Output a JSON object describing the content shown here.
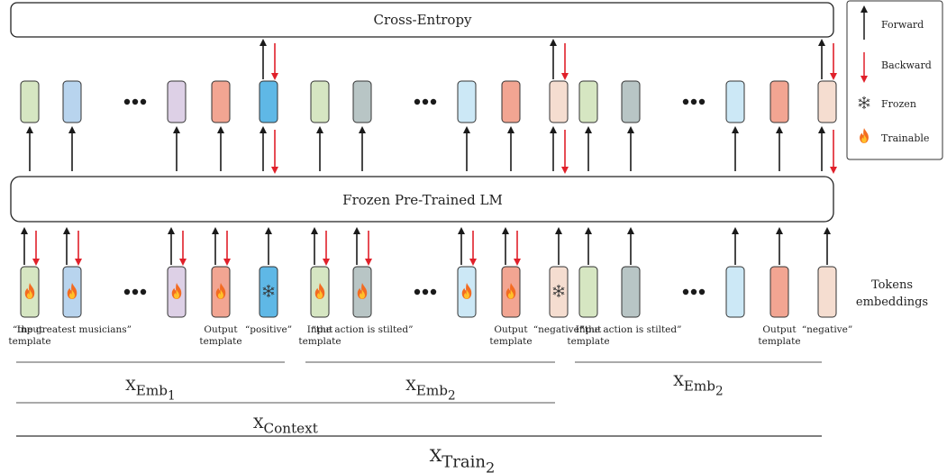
{
  "top_box": {
    "label": "Cross-Entropy"
  },
  "middle_box": {
    "label": "Frozen Pre-Trained LM"
  },
  "side_label": {
    "line1": "Tokens",
    "line2": "embeddings"
  },
  "legend": {
    "forward": "Forward",
    "backward": "Backward",
    "frozen": "Frozen",
    "trainable": "Trainable"
  },
  "colors": {
    "forward_arrow": "#1a1a1a",
    "backward_arrow": "#e0202a",
    "green": "#d6e6c2",
    "blue": "#b8d4ee",
    "purple": "#ddd0e6",
    "salmon": "#f2a592",
    "cyan": "#5fb8e6",
    "gray": "#b8c5c5",
    "lightblue": "#cce8f6",
    "peach": "#f5ddd0"
  },
  "groups": [
    {
      "tokens": [
        {
          "color": "green",
          "icon": "fire-icon",
          "backward": true,
          "out_backward": false,
          "caption": [
            "Input",
            "template"
          ]
        },
        {
          "color": "blue",
          "icon": "fire-icon",
          "backward": true,
          "out_backward": false,
          "caption": [
            "“the greatest musicians”"
          ]
        },
        {
          "ellipsis": true
        },
        {
          "color": "purple",
          "icon": "fire-icon",
          "backward": true,
          "out_backward": false,
          "caption": []
        },
        {
          "color": "salmon",
          "icon": "fire-icon",
          "backward": true,
          "out_backward": false,
          "caption": [
            "Output",
            "template"
          ]
        },
        {
          "color": "cyan",
          "icon": "snowflake-icon",
          "backward": false,
          "out_backward": true,
          "caption": [
            "“positive”"
          ]
        }
      ]
    },
    {
      "tokens": [
        {
          "color": "green",
          "icon": "fire-icon",
          "backward": true,
          "out_backward": false,
          "caption": [
            "Input",
            "template"
          ]
        },
        {
          "color": "gray",
          "icon": "fire-icon",
          "backward": true,
          "out_backward": false,
          "caption": [
            "“the action is stilted”"
          ]
        },
        {
          "ellipsis": true
        },
        {
          "color": "lightblue",
          "icon": "fire-icon",
          "backward": true,
          "out_backward": false,
          "caption": []
        },
        {
          "color": "salmon",
          "icon": "fire-icon",
          "backward": true,
          "out_backward": false,
          "caption": [
            "Output",
            "template"
          ]
        },
        {
          "color": "peach",
          "icon": "snowflake-icon",
          "backward": false,
          "out_backward": true,
          "caption": [
            "“negative”"
          ]
        }
      ]
    },
    {
      "tokens": [
        {
          "color": "green",
          "icon": "",
          "backward": false,
          "out_backward": false,
          "caption": [
            "Input",
            "template"
          ]
        },
        {
          "color": "gray",
          "icon": "",
          "backward": false,
          "out_backward": false,
          "caption": [
            "“the action is stilted”"
          ]
        },
        {
          "ellipsis": true
        },
        {
          "color": "lightblue",
          "icon": "",
          "backward": false,
          "out_backward": false,
          "caption": []
        },
        {
          "color": "salmon",
          "icon": "",
          "backward": false,
          "out_backward": false,
          "caption": [
            "Output",
            "template"
          ]
        },
        {
          "color": "peach",
          "icon": "",
          "backward": false,
          "out_backward": true,
          "caption": [
            "“negative”"
          ]
        }
      ]
    }
  ],
  "brackets": [
    {
      "base": "X",
      "sub": "Emb",
      "subsub": "1"
    },
    {
      "base": "X",
      "sub": "Emb",
      "subsub": "2"
    },
    {
      "base": "X",
      "sub": "Emb",
      "subsub": "2"
    },
    {
      "base": "X",
      "sub": "Context",
      "subsub": ""
    },
    {
      "base": "X",
      "sub": "Train",
      "subsub": "2"
    }
  ]
}
